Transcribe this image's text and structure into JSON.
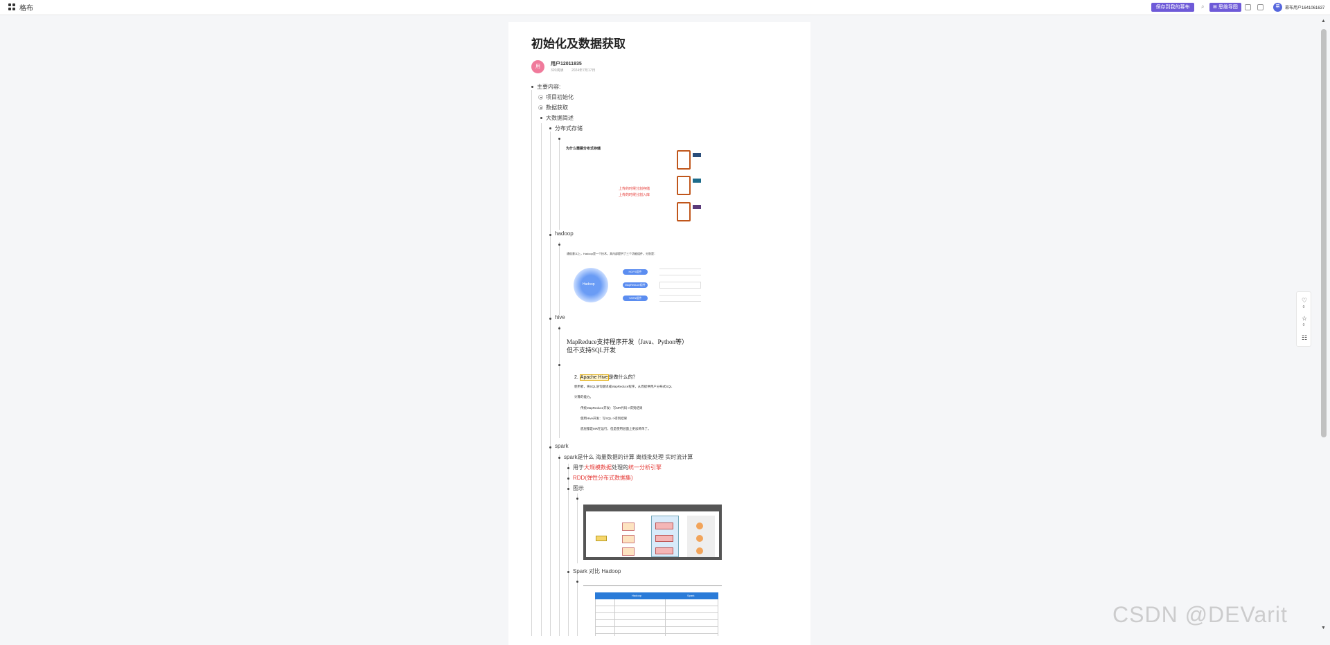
{
  "app": {
    "name": "格布",
    "save_label": "保存到我的幕布",
    "mindmap_label": "思维导图",
    "user_label": "幕布用户1641061637"
  },
  "doc": {
    "title": "初始化及数据获取",
    "author": {
      "avatar": "用",
      "name": "用户12011835",
      "reads": "320阅读",
      "date": "2024年7月17日"
    }
  },
  "outline": {
    "main": "主要内容:",
    "init": "项目初始化",
    "data": "数据获取",
    "bigdata": "大数据简述",
    "dist": "分布式存储",
    "hadoop": "hadoop",
    "hive": "hive",
    "spark": "spark",
    "spark_desc": "spark是什么 海量数据的计算 离线批处理 实时流计算",
    "used_for_prefix": "用于",
    "used_for_red1": "大规模数据",
    "used_for_mid": "处理的",
    "used_for_red2": "统一分析引擎",
    "rdd": "RDD(弹性分布式数据集)",
    "diagram": "图示",
    "compare": "Spark 对比 Hadoop"
  },
  "img_dist": {
    "title": "为什么需要分布式存储",
    "line1": "上传的时候分割存储",
    "line2": "上传的时候分割入库",
    "server": "服务器"
  },
  "img_hadoop": {
    "intro": "通俗意义上，Hadoop是一个技术，其内部提供了三个功能组件，分别是：",
    "center": "Hadoop",
    "hdfs": "HDFS组件",
    "mr": "MapReduce组件",
    "yarn": "YARN组件"
  },
  "img_hive1": {
    "line1": "MapReduce支持程序开发（Java、Python等）",
    "line2": "但不支持SQL开发"
  },
  "img_hive2": {
    "heading_num": "2.",
    "heading_hl": "Apache Hive",
    "heading_rest": "是做什么的？",
    "p1": "使用者，将SQL语句翻译成MapReduce程序，从而提供用户分布式SQL",
    "p2": "计算的能力。",
    "b1": "传统MapReduce开发：写MR代码->得到结果",
    "b2": "使用Hive开发：写SQL->得到结果",
    "b3": "底层都是MR在运行，但是使用层面上更加简单了。"
  },
  "img_spark_table": {
    "h1": "Hadoop",
    "h2": "Spark"
  },
  "side": {
    "like_count": "0",
    "fav_count": "0"
  },
  "watermark": "CSDN @DEVarit"
}
